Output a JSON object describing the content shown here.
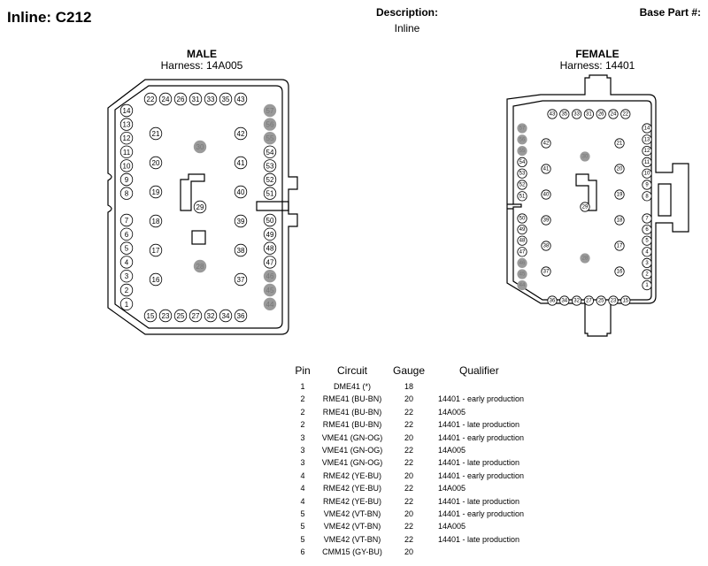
{
  "header": {
    "title": "Inline: C212",
    "description_label": "Description:",
    "description_value": "Inline",
    "base_part_label": "Base Part #:"
  },
  "male": {
    "label": "MALE",
    "harness": "Harness: 14A005",
    "pins": [
      {
        "n": "22",
        "gray": false
      },
      {
        "n": "24",
        "gray": false
      },
      {
        "n": "26",
        "gray": false
      },
      {
        "n": "31",
        "gray": false
      },
      {
        "n": "33",
        "gray": false
      },
      {
        "n": "35",
        "gray": false
      },
      {
        "n": "43",
        "gray": false
      },
      {
        "n": "14",
        "gray": false
      },
      {
        "n": "13",
        "gray": false
      },
      {
        "n": "12",
        "gray": false
      },
      {
        "n": "11",
        "gray": false
      },
      {
        "n": "10",
        "gray": false
      },
      {
        "n": "9",
        "gray": false
      },
      {
        "n": "8",
        "gray": false
      },
      {
        "n": "7",
        "gray": false
      },
      {
        "n": "6",
        "gray": false
      },
      {
        "n": "5",
        "gray": false
      },
      {
        "n": "4",
        "gray": false
      },
      {
        "n": "3",
        "gray": false
      },
      {
        "n": "2",
        "gray": false
      },
      {
        "n": "1",
        "gray": false
      },
      {
        "n": "21",
        "gray": false
      },
      {
        "n": "20",
        "gray": false
      },
      {
        "n": "19",
        "gray": false
      },
      {
        "n": "18",
        "gray": false
      },
      {
        "n": "17",
        "gray": false
      },
      {
        "n": "16",
        "gray": false
      },
      {
        "n": "30",
        "gray": true
      },
      {
        "n": "29",
        "gray": false
      },
      {
        "n": "28",
        "gray": true
      },
      {
        "n": "42",
        "gray": false
      },
      {
        "n": "41",
        "gray": false
      },
      {
        "n": "40",
        "gray": false
      },
      {
        "n": "39",
        "gray": false
      },
      {
        "n": "38",
        "gray": false
      },
      {
        "n": "37",
        "gray": false
      },
      {
        "n": "57",
        "gray": true
      },
      {
        "n": "56",
        "gray": true
      },
      {
        "n": "55",
        "gray": true
      },
      {
        "n": "54",
        "gray": false
      },
      {
        "n": "53",
        "gray": false
      },
      {
        "n": "52",
        "gray": false
      },
      {
        "n": "51",
        "gray": false
      },
      {
        "n": "50",
        "gray": false
      },
      {
        "n": "49",
        "gray": false
      },
      {
        "n": "48",
        "gray": false
      },
      {
        "n": "47",
        "gray": false
      },
      {
        "n": "46",
        "gray": true
      },
      {
        "n": "45",
        "gray": true
      },
      {
        "n": "44",
        "gray": true
      },
      {
        "n": "15",
        "gray": false
      },
      {
        "n": "23",
        "gray": false
      },
      {
        "n": "25",
        "gray": false
      },
      {
        "n": "27",
        "gray": false
      },
      {
        "n": "32",
        "gray": false
      },
      {
        "n": "34",
        "gray": false
      },
      {
        "n": "36",
        "gray": false
      }
    ]
  },
  "female": {
    "label": "FEMALE",
    "harness": "Harness: 14401",
    "pins": [
      {
        "n": "43",
        "gray": false
      },
      {
        "n": "35",
        "gray": false
      },
      {
        "n": "33",
        "gray": false
      },
      {
        "n": "31",
        "gray": false
      },
      {
        "n": "26",
        "gray": false
      },
      {
        "n": "24",
        "gray": false
      },
      {
        "n": "22",
        "gray": false
      },
      {
        "n": "57",
        "gray": true
      },
      {
        "n": "56",
        "gray": true
      },
      {
        "n": "55",
        "gray": true
      },
      {
        "n": "54",
        "gray": false
      },
      {
        "n": "53",
        "gray": false
      },
      {
        "n": "52",
        "gray": false
      },
      {
        "n": "51",
        "gray": false
      },
      {
        "n": "50",
        "gray": false
      },
      {
        "n": "49",
        "gray": false
      },
      {
        "n": "48",
        "gray": false
      },
      {
        "n": "47",
        "gray": false
      },
      {
        "n": "46",
        "gray": true
      },
      {
        "n": "45",
        "gray": true
      },
      {
        "n": "44",
        "gray": true
      },
      {
        "n": "42",
        "gray": false
      },
      {
        "n": "41",
        "gray": false
      },
      {
        "n": "40",
        "gray": false
      },
      {
        "n": "39",
        "gray": false
      },
      {
        "n": "38",
        "gray": false
      },
      {
        "n": "37",
        "gray": false
      },
      {
        "n": "30",
        "gray": true
      },
      {
        "n": "29",
        "gray": false
      },
      {
        "n": "28",
        "gray": true
      },
      {
        "n": "21",
        "gray": false
      },
      {
        "n": "20",
        "gray": false
      },
      {
        "n": "19",
        "gray": false
      },
      {
        "n": "18",
        "gray": false
      },
      {
        "n": "17",
        "gray": false
      },
      {
        "n": "16",
        "gray": false
      },
      {
        "n": "14",
        "gray": false
      },
      {
        "n": "13",
        "gray": false
      },
      {
        "n": "12",
        "gray": false
      },
      {
        "n": "11",
        "gray": false
      },
      {
        "n": "10",
        "gray": false
      },
      {
        "n": "9",
        "gray": false
      },
      {
        "n": "8",
        "gray": false
      },
      {
        "n": "7",
        "gray": false
      },
      {
        "n": "6",
        "gray": false
      },
      {
        "n": "5",
        "gray": false
      },
      {
        "n": "4",
        "gray": false
      },
      {
        "n": "3",
        "gray": false
      },
      {
        "n": "2",
        "gray": false
      },
      {
        "n": "1",
        "gray": false
      },
      {
        "n": "36",
        "gray": false
      },
      {
        "n": "34",
        "gray": false
      },
      {
        "n": "32",
        "gray": false
      },
      {
        "n": "27",
        "gray": false
      },
      {
        "n": "25",
        "gray": false
      },
      {
        "n": "23",
        "gray": false
      },
      {
        "n": "15",
        "gray": false
      }
    ]
  },
  "table": {
    "headers": {
      "pin": "Pin",
      "circuit": "Circuit",
      "gauge": "Gauge",
      "qualifier": "Qualifier"
    },
    "rows": [
      {
        "pin": "1",
        "circuit": "DME41 (*)",
        "gauge": "18",
        "qualifier": ""
      },
      {
        "pin": "2",
        "circuit": "RME41 (BU-BN)",
        "gauge": "20",
        "qualifier": "14401 - early production"
      },
      {
        "pin": "2",
        "circuit": "RME41 (BU-BN)",
        "gauge": "22",
        "qualifier": "14A005"
      },
      {
        "pin": "2",
        "circuit": "RME41 (BU-BN)",
        "gauge": "22",
        "qualifier": "14401 - late production"
      },
      {
        "pin": "3",
        "circuit": "VME41 (GN-OG)",
        "gauge": "20",
        "qualifier": "14401 - early production"
      },
      {
        "pin": "3",
        "circuit": "VME41 (GN-OG)",
        "gauge": "22",
        "qualifier": "14A005"
      },
      {
        "pin": "3",
        "circuit": "VME41 (GN-OG)",
        "gauge": "22",
        "qualifier": "14401 - late production"
      },
      {
        "pin": "4",
        "circuit": "RME42 (YE-BU)",
        "gauge": "20",
        "qualifier": "14401 - early production"
      },
      {
        "pin": "4",
        "circuit": "RME42 (YE-BU)",
        "gauge": "22",
        "qualifier": "14A005"
      },
      {
        "pin": "4",
        "circuit": "RME42 (YE-BU)",
        "gauge": "22",
        "qualifier": "14401 - late production"
      },
      {
        "pin": "5",
        "circuit": "VME42 (VT-BN)",
        "gauge": "20",
        "qualifier": "14401 - early production"
      },
      {
        "pin": "5",
        "circuit": "VME42 (VT-BN)",
        "gauge": "22",
        "qualifier": "14A005"
      },
      {
        "pin": "5",
        "circuit": "VME42 (VT-BN)",
        "gauge": "22",
        "qualifier": "14401 - late production"
      },
      {
        "pin": "6",
        "circuit": "CMM15 (GY-BU)",
        "gauge": "20",
        "qualifier": ""
      }
    ]
  }
}
